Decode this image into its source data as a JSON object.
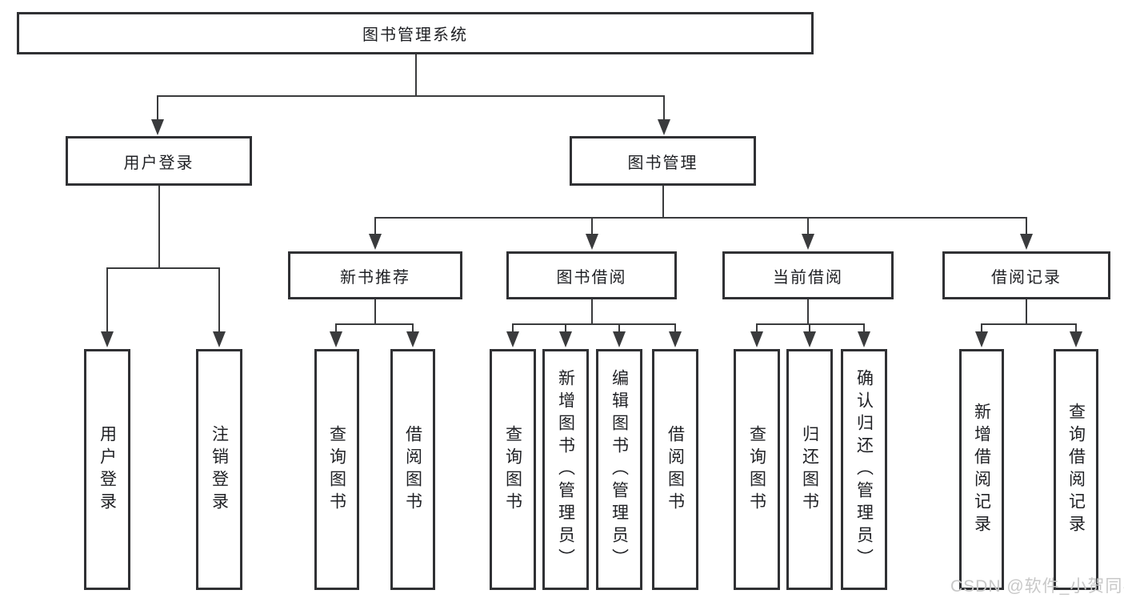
{
  "diagram_type": "hierarchy-tree",
  "tree": {
    "label": "图书管理系统",
    "children": [
      {
        "label": "用户登录",
        "children": [
          {
            "label": "用户登录"
          },
          {
            "label": "注销登录"
          }
        ]
      },
      {
        "label": "图书管理",
        "children": [
          {
            "label": "新书推荐",
            "children": [
              {
                "label": "查询图书"
              },
              {
                "label": "借阅图书"
              }
            ]
          },
          {
            "label": "图书借阅",
            "children": [
              {
                "label": "查询图书"
              },
              {
                "label": "新增图书（管理员）"
              },
              {
                "label": "编辑图书（管理员）"
              },
              {
                "label": "借阅图书"
              }
            ]
          },
          {
            "label": "当前借阅",
            "children": [
              {
                "label": "查询图书"
              },
              {
                "label": "归还图书"
              },
              {
                "label": "确认归还（管理员）"
              }
            ]
          },
          {
            "label": "借阅记录",
            "children": [
              {
                "label": "新增借阅记录"
              },
              {
                "label": "查询借阅记录"
              }
            ]
          }
        ]
      }
    ]
  },
  "watermark": {
    "text": "CSDN @软件_小贺同学"
  },
  "colors": {
    "line": "#3a3b3d",
    "box_border": "#303134",
    "text": "#1f2024",
    "watermark": "#c8c8c8",
    "background": "#ffffff"
  }
}
